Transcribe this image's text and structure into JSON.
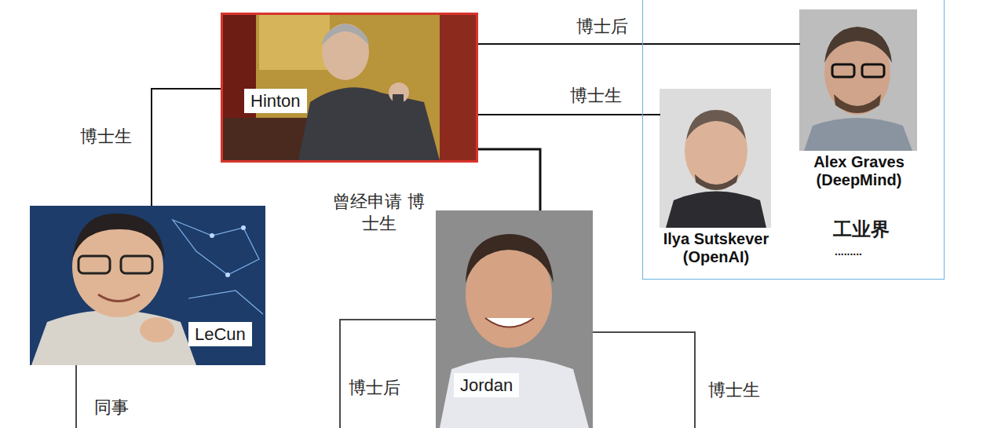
{
  "diagram": {
    "nodes": [
      {
        "text": [
          "Hinton"
        ]
      },
      {
        "text": [
          "工业界",
          "........."
        ]
      },
      {
        "text": [
          "Ilya Sutskever (OpenAI)"
        ],
        "in": 1
      },
      {
        "text": [
          "Alex Graves (DeepMind)"
        ],
        "in": 1
      },
      {
        "text": [
          "LeCun"
        ]
      },
      {
        "text": [
          "Jordan"
        ]
      }
    ],
    "edges": [
      {
        "from": 0,
        "to": 4,
        "label": "博士生",
        "arrow": "none"
      },
      {
        "from": 0,
        "to": 3,
        "label": "博士后",
        "arrow": "none"
      },
      {
        "from": 0,
        "to": 2,
        "label": "博士生",
        "arrow": "none"
      },
      {
        "from": 0,
        "to": 5,
        "label": "曾经申请 博士生",
        "arrow": "none"
      }
    ],
    "labels": [
      "同事",
      "博士后",
      "博士生"
    ]
  }
}
